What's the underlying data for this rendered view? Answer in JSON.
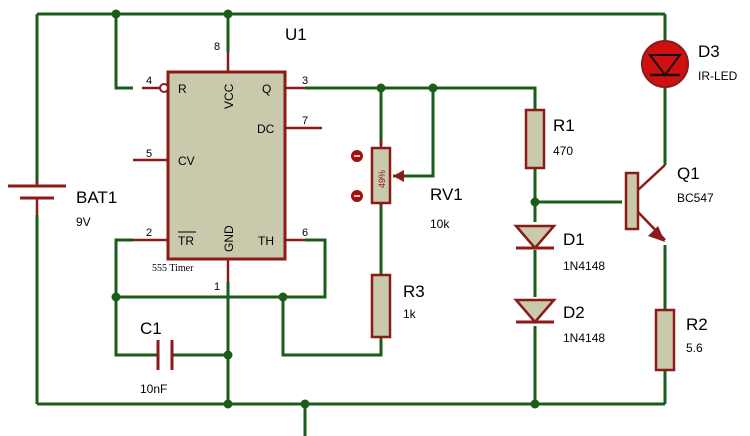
{
  "ic": {
    "ref": "U1",
    "name": "555 Timer",
    "pins": {
      "p8": "8",
      "p4": "4",
      "p5": "5",
      "p2": "2",
      "p1": "1",
      "p3": "3",
      "p7": "7",
      "p6": "6"
    },
    "pin_labels": {
      "r": "R",
      "vcc": "VCC",
      "q": "Q",
      "dc": "DC",
      "cv": "CV",
      "tr": "TR",
      "gnd": "GND",
      "th": "TH"
    }
  },
  "battery": {
    "ref": "BAT1",
    "value": "9V"
  },
  "c1": {
    "ref": "C1",
    "value": "10nF"
  },
  "rv1": {
    "ref": "RV1",
    "value": "10k",
    "setting": "49%"
  },
  "r1": {
    "ref": "R1",
    "value": "470"
  },
  "r3": {
    "ref": "R3",
    "value": "1k"
  },
  "r2": {
    "ref": "R2",
    "value": "5.6"
  },
  "d1": {
    "ref": "D1",
    "value": "1N4148"
  },
  "d2": {
    "ref": "D2",
    "value": "1N4148"
  },
  "d3": {
    "ref": "D3",
    "value": "IR-LED"
  },
  "q1": {
    "ref": "Q1",
    "value": "BC547"
  },
  "colors": {
    "wire": "#1a5c1a",
    "component": "#8b1a1a",
    "body": "#c9c9ac",
    "led": "#cc0000"
  }
}
